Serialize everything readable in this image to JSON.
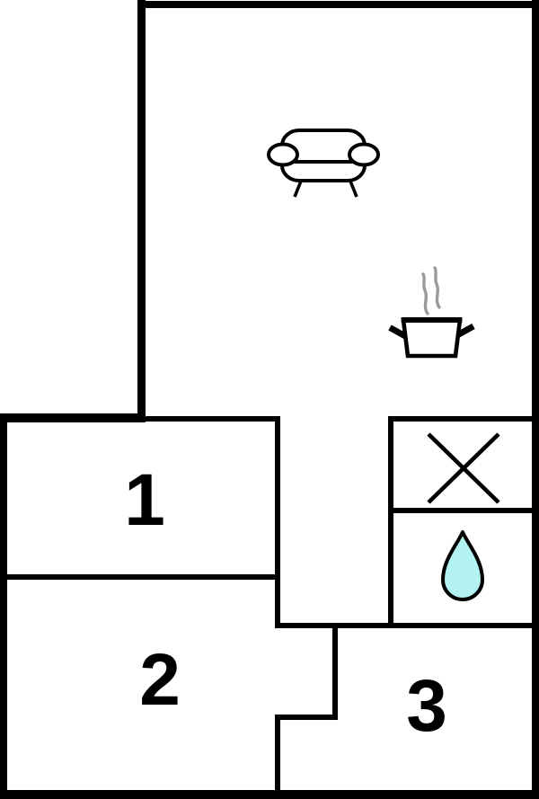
{
  "floor_plan": {
    "rooms": {
      "room1": {
        "label": "1"
      },
      "room2": {
        "label": "2"
      },
      "room3": {
        "label": "3"
      }
    },
    "icons": {
      "living_area": "sofa-icon",
      "kitchen": "cooking-pot-icon",
      "kitchen_steam": "steam-icon",
      "utility_upper": "crossed-box-icon",
      "utility_lower": "water-drop-icon"
    },
    "colors": {
      "wall": "#000000",
      "background": "#ffffff",
      "water-drop-fill": "#b2f3f2",
      "steam": "#9a9a9a"
    }
  }
}
